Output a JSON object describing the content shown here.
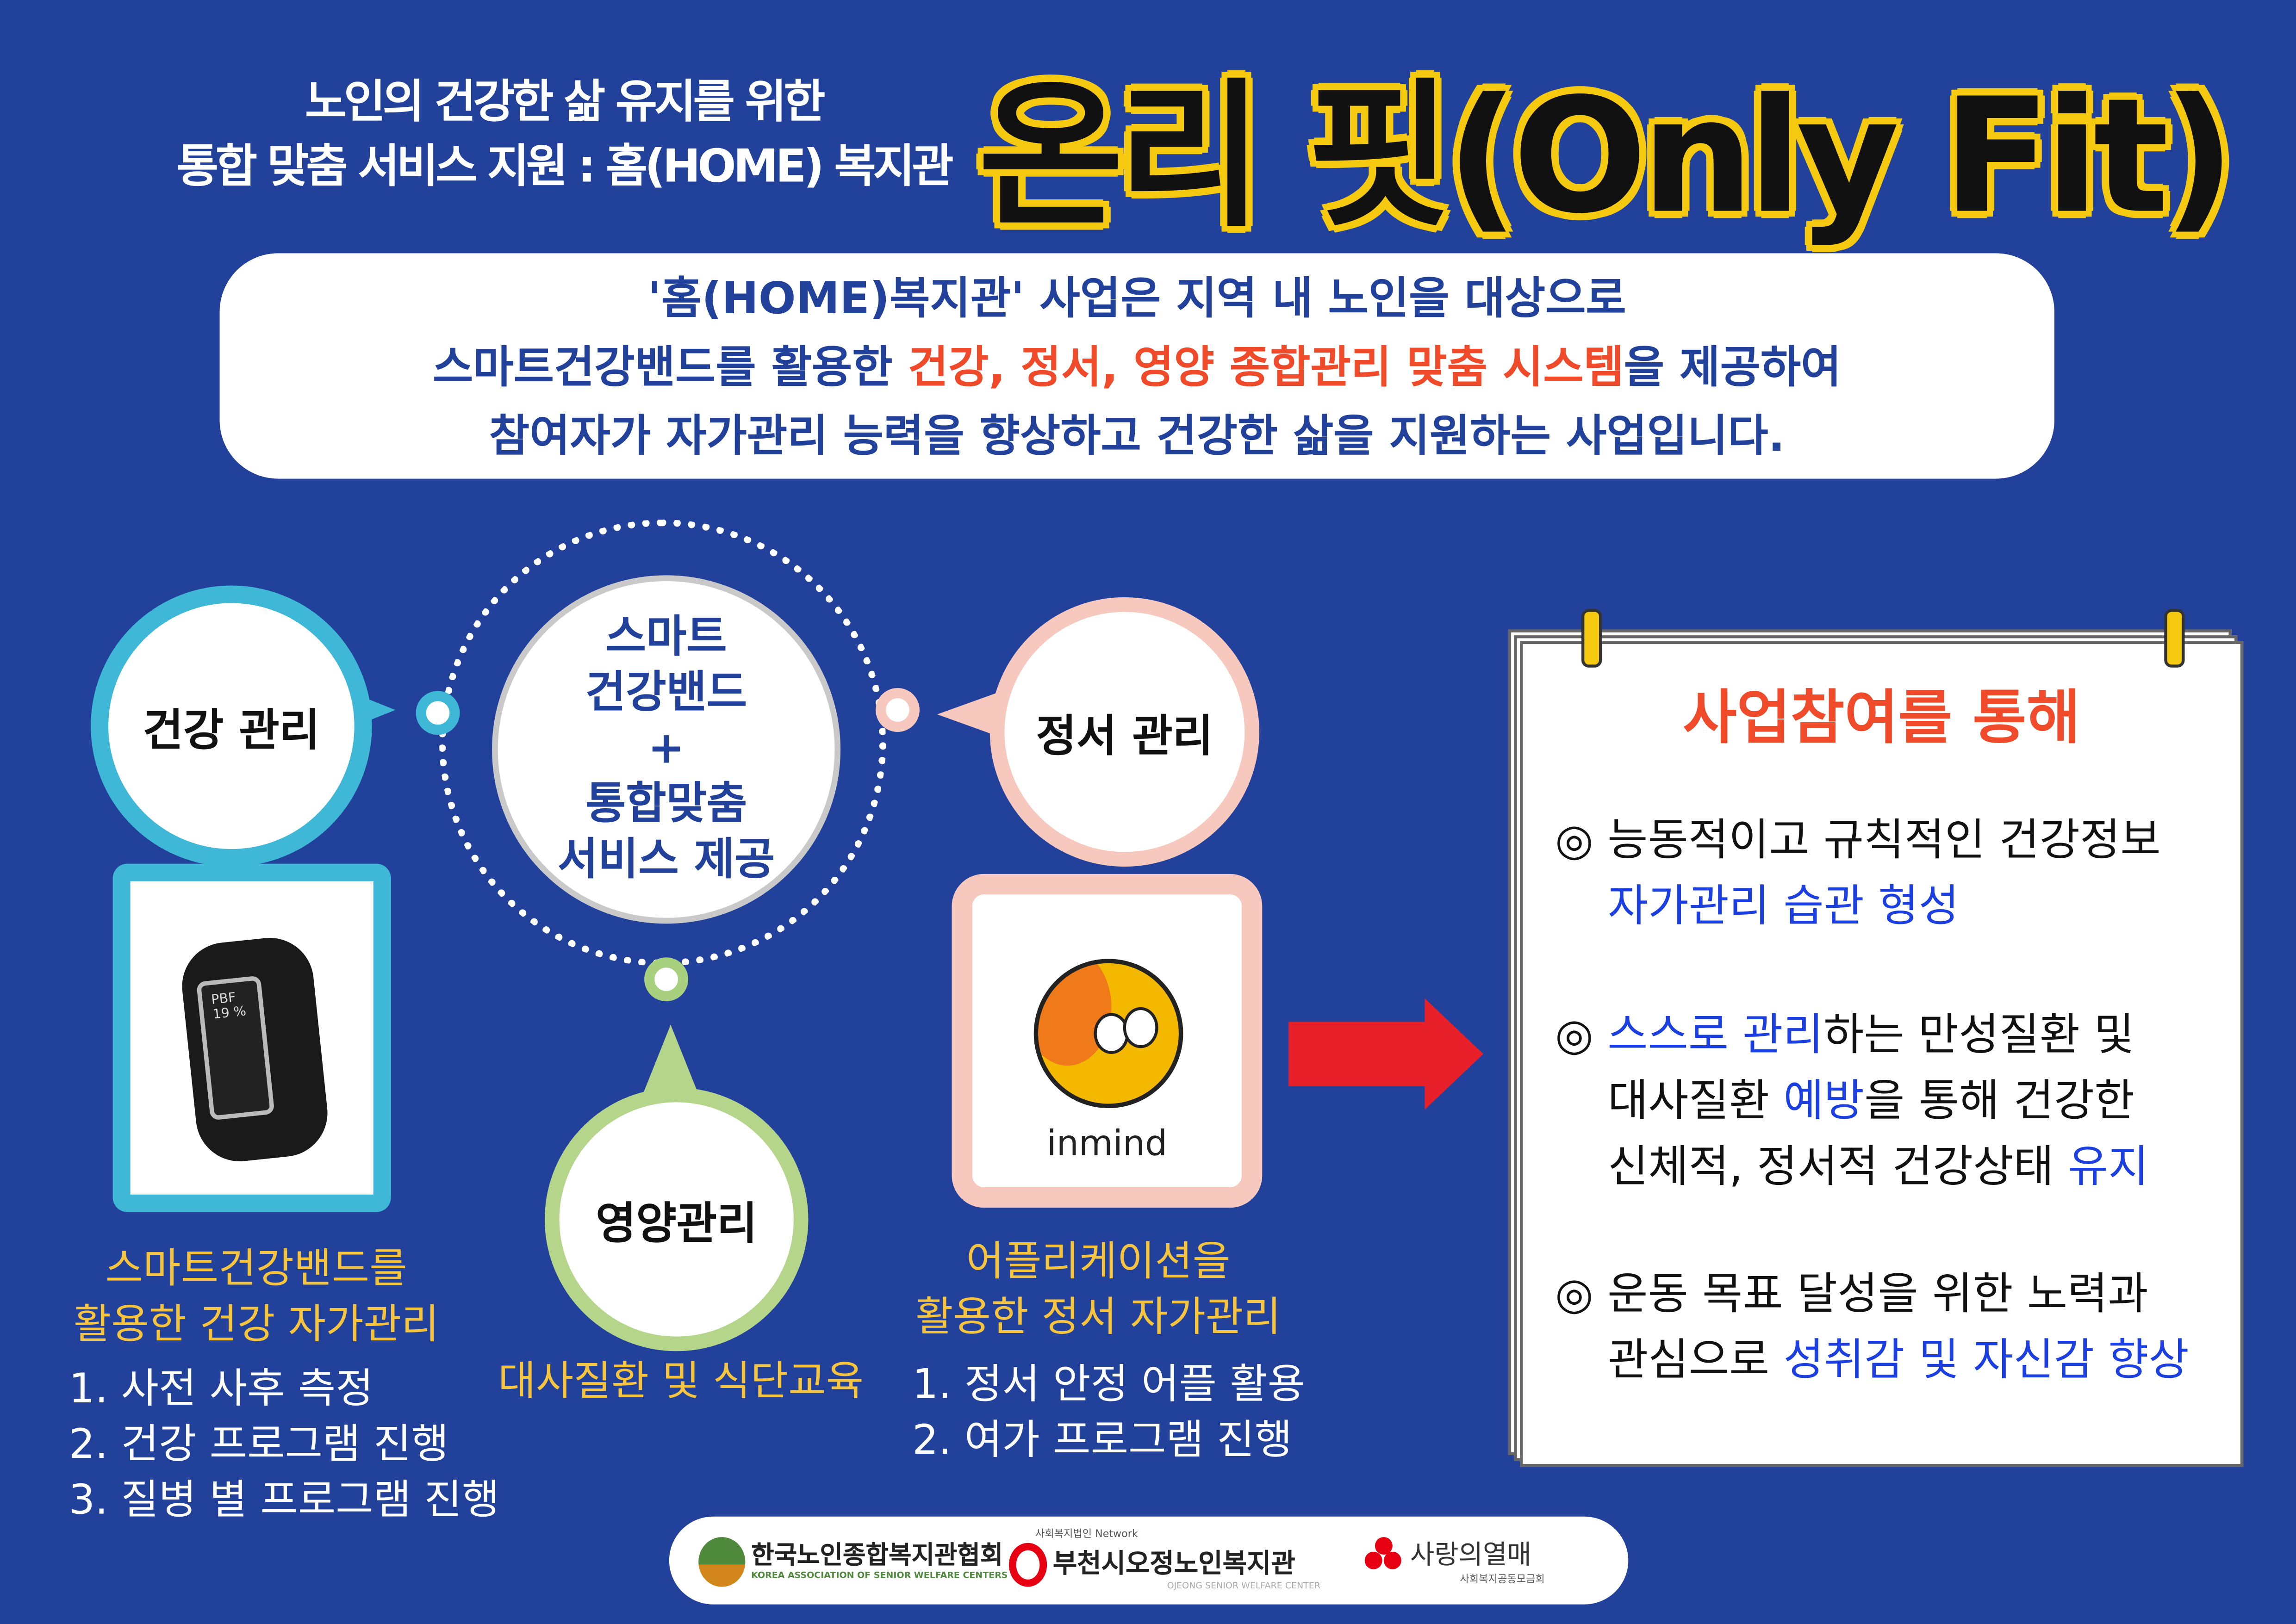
{
  "header": {
    "subtitle_line1": "노인의 건강한 삶 유지를 위한",
    "subtitle_line2": "통합 맞춤 서비스 지원 : 홈(HOME) 복지관",
    "title": "온리 핏(Only Fit)"
  },
  "intro": {
    "line1": "'홈(HOME)복지관' 사업은 지역 내 노인을 대상으로",
    "line2_pre": "스마트건강밴드를 활용한 ",
    "line2_red": "건강, 정서, 영양 종합관리 맞춤 시스템",
    "line2_post": "을 제공하여",
    "line3": "참여자가 자가관리 능력을 향상하고 건강한 삶을 지원하는 사업입니다."
  },
  "diagram": {
    "center_line1": "스마트",
    "center_line2": "건강밴드",
    "center_plus": "+",
    "center_line3": "통합맞춤",
    "center_line4": "서비스 제공",
    "health": "건강 관리",
    "emotion": "정서 관리",
    "nutrition": "영양관리"
  },
  "band": {
    "caption_line1": "스마트건강밴드를",
    "caption_line2": "활용한 건강 자가관리",
    "items": [
      "1. 사전 사후 측정",
      "2. 건강 프로그램 진행",
      "3. 질병 별 프로그램 진행"
    ],
    "screen_text": "PBF 19 %"
  },
  "nutrition_caption": "대사질환 및 식단교육",
  "app": {
    "name": "inmind",
    "caption_line1": "어플리케이션을",
    "caption_line2": "활용한 정서 자가관리",
    "items": [
      "1. 정서 안정 어플 활용",
      "2. 여가 프로그램 진행"
    ]
  },
  "result": {
    "title": "사업참여를 통해",
    "bullet": "◎",
    "p1_a": "능동적이고 규칙적인 건강정보",
    "p1_b": "자가관리 습관 형성",
    "p2_blue1": "스스로 관리",
    "p2_a": "하는 만성질환 및",
    "p2_b": "대사질환 ",
    "p2_blue2": "예방",
    "p2_c": "을 통해 건강한",
    "p2_d": "신체적, 정서적 건강상태 ",
    "p2_blue3": "유지",
    "p3_a": "운동 목표 달성을 위한 노력과",
    "p3_b": "관심으로 ",
    "p3_blue": "성취감 및 자신감 향상"
  },
  "footer": {
    "logo1": "한국노인종합복지관협회",
    "logo1_en": "KOREA ASSOCIATION OF SENIOR WELFARE CENTERS",
    "logo2_small": "사회복지법인 Network",
    "logo2": "부천시오정노인복지관",
    "logo2_en": "OJEONG SENIOR WELFARE CENTER",
    "logo3": "사랑의열매",
    "logo3_sub": "사회복지공동모금회"
  },
  "colors": {
    "background": "#22419a",
    "title_yellow": "#f5c90f",
    "accent_red": "#ef4b2a",
    "caption_yellow": "#f7c43d",
    "arrow": "#e8202a"
  }
}
